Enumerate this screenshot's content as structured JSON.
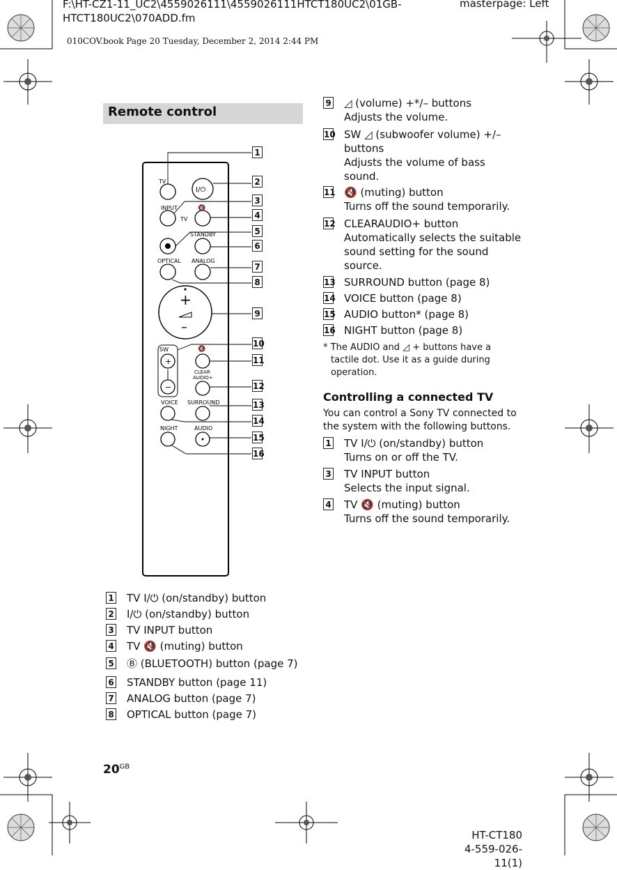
{
  "header": {
    "file_path": "F:\\HT-CZ1-11_UC2\\4559026111\\4559026111HTCT180UC2\\01GB-HTCT180UC2\\070ADD.fm",
    "masterpage": "masterpage: Left",
    "book_info": "010COV.book  Page 20  Tuesday, December 2, 2014  2:44 PM"
  },
  "section_title": "Remote control",
  "remote": {
    "labels": {
      "tv_power": "TV",
      "power": "I/⏻",
      "input": "INPUT",
      "tv_mark": "TV",
      "mute": "🔇",
      "standby": "STANDBY",
      "optical": "OPTICAL",
      "analog": "ANALOG",
      "vol_plus": "+",
      "vol_minus": "–",
      "sw": "SW",
      "clear_audio": "CLEAR",
      "clear_audio2": "AUDIO+",
      "voice": "VOICE",
      "surround": "SURROUND",
      "night": "NIGHT",
      "audio": "AUDIO"
    },
    "callouts": [
      "1",
      "2",
      "3",
      "4",
      "5",
      "6",
      "7",
      "8",
      "9",
      "10",
      "11",
      "12",
      "13",
      "14",
      "15",
      "16"
    ]
  },
  "left_items": [
    {
      "n": "1",
      "title": "TV Ι/⏻ (on/standby) button"
    },
    {
      "n": "2",
      "title": "Ι/⏻ (on/standby) button"
    },
    {
      "n": "3",
      "title": "TV INPUT button"
    },
    {
      "n": "4",
      "title": "TV 🔇 (muting) button"
    },
    {
      "n": "5",
      "title": "Ⓑ (BLUETOOTH) button (page 7)"
    },
    {
      "n": "6",
      "title": "STANDBY button (page 11)"
    },
    {
      "n": "7",
      "title": "ANALOG button (page 7)"
    },
    {
      "n": "8",
      "title": "OPTICAL button (page 7)"
    }
  ],
  "right_items": [
    {
      "n": "9",
      "title": "◿ (volume) +*/– buttons",
      "desc": "Adjusts the volume."
    },
    {
      "n": "10",
      "title": "SW ◿ (subwoofer volume) +/–",
      "title2": "buttons",
      "desc": "Adjusts the volume of bass",
      "desc2": "sound."
    },
    {
      "n": "11",
      "title": "🔇 (muting) button",
      "desc": "Turns off the sound temporarily."
    },
    {
      "n": "12",
      "title": "CLEARAUDIO+ button",
      "desc": "Automatically selects the suitable",
      "desc2": "sound setting for the sound",
      "desc3": "source."
    },
    {
      "n": "13",
      "title": "SURROUND button (page 8)"
    },
    {
      "n": "14",
      "title": "VOICE button (page 8)"
    },
    {
      "n": "15",
      "title": "AUDIO button* (page 8)"
    },
    {
      "n": "16",
      "title": "NIGHT button (page 8)"
    }
  ],
  "note": {
    "line1": "* The AUDIO and ◿ + buttons have a",
    "line2": "tactile dot. Use it as a guide during",
    "line3": "operation."
  },
  "tv_section": {
    "title": "Controlling a connected TV",
    "desc1": "You can control a Sony TV connected to",
    "desc2": "the system with the following buttons.",
    "items": [
      {
        "n": "1",
        "title": "TV Ι/⏻ (on/standby) button",
        "desc": "Turns on or off the TV."
      },
      {
        "n": "3",
        "title": "TV INPUT button",
        "desc": "Selects the input signal."
      },
      {
        "n": "4",
        "title": "TV 🔇 (muting) button",
        "desc": "Turns off the sound temporarily."
      }
    ]
  },
  "footer": {
    "page": "20",
    "page_suffix": "GB",
    "model": "HT-CT180",
    "code": "4-559-026-11(1)"
  }
}
